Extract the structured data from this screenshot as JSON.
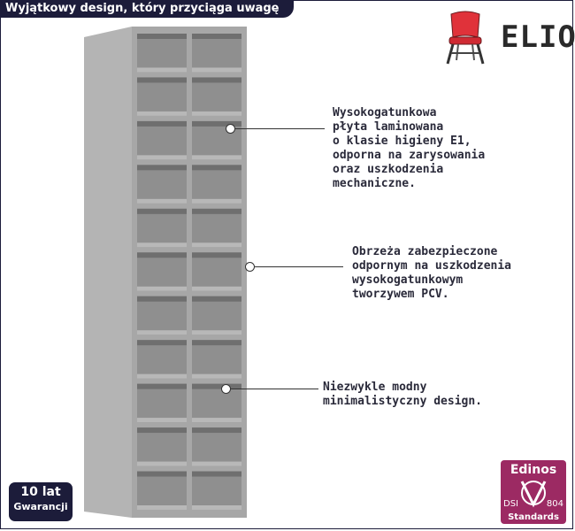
{
  "header": {
    "title": "Wyjątkowy design, który przyciąga uwagę"
  },
  "brand": {
    "name": "ELIOR",
    "icon": "chair-icon",
    "accent": "#e0323a"
  },
  "product": {
    "shelf_rows": 11,
    "shelf_columns": 2,
    "color": "#a9a9a9"
  },
  "callouts": [
    {
      "text": "Wysokogatunkowa\npłyta laminowana\no klasie higieny E1,\nodporna na zarysowania\noraz uszkodzenia\nmechaniczne."
    },
    {
      "text": "Obrzeża zabezpieczone\nodpornym na uszkodzenia\nwysokogatunkowym\ntworzywem PCV."
    },
    {
      "text": "Niezwykle modny\nminimalistyczny design."
    }
  ],
  "warranty": {
    "line1": "10 lat",
    "line2": "Gwarancji"
  },
  "certificate": {
    "name": "Edinos",
    "left": "DSI",
    "right": "804",
    "bottom": "Standards",
    "color": "#9c2a63"
  }
}
